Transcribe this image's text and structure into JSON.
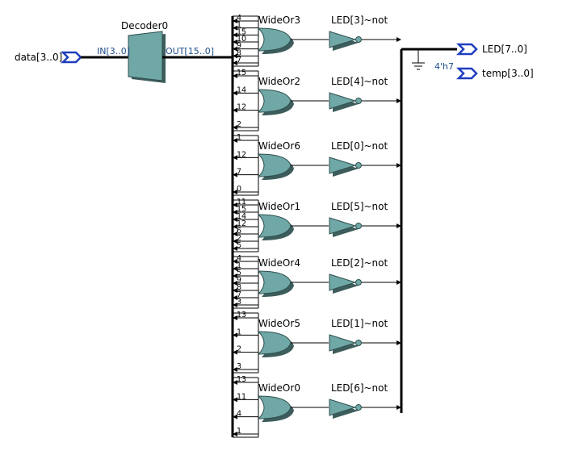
{
  "decoder": {
    "name": "Decoder0",
    "in_port": "IN[3..0]",
    "out_port": "OUT[15..0]"
  },
  "input_pin": {
    "name": "data[3..0]"
  },
  "output_pins": [
    {
      "name": "LED[7..0]"
    },
    {
      "name": "temp[3..0]"
    }
  ],
  "constant": "4'h7",
  "groups": [
    {
      "or": "WideOr3",
      "not": "LED[3]~not",
      "inputs": [
        "4",
        "1",
        "15",
        "10",
        "9",
        "8",
        "7"
      ]
    },
    {
      "or": "WideOr2",
      "not": "LED[4]~not",
      "inputs": [
        "15",
        "14",
        "12",
        "2"
      ]
    },
    {
      "or": "WideOr6",
      "not": "LED[0]~not",
      "inputs": [
        "1",
        "12",
        "7",
        "0"
      ]
    },
    {
      "or": "WideOr1",
      "not": "LED[5]~not",
      "inputs": [
        "11",
        "15",
        "14",
        "12",
        "6",
        "2",
        "5"
      ]
    },
    {
      "or": "WideOr4",
      "not": "LED[2]~not",
      "inputs": [
        "4",
        "1",
        "5",
        "9",
        "8",
        "7",
        "3"
      ]
    },
    {
      "or": "WideOr5",
      "not": "LED[1]~not",
      "inputs": [
        "13",
        "1",
        "2",
        "3"
      ]
    },
    {
      "or": "WideOr0",
      "not": "LED[6]~not",
      "inputs": [
        "13",
        "11",
        "4",
        "1"
      ]
    }
  ]
}
